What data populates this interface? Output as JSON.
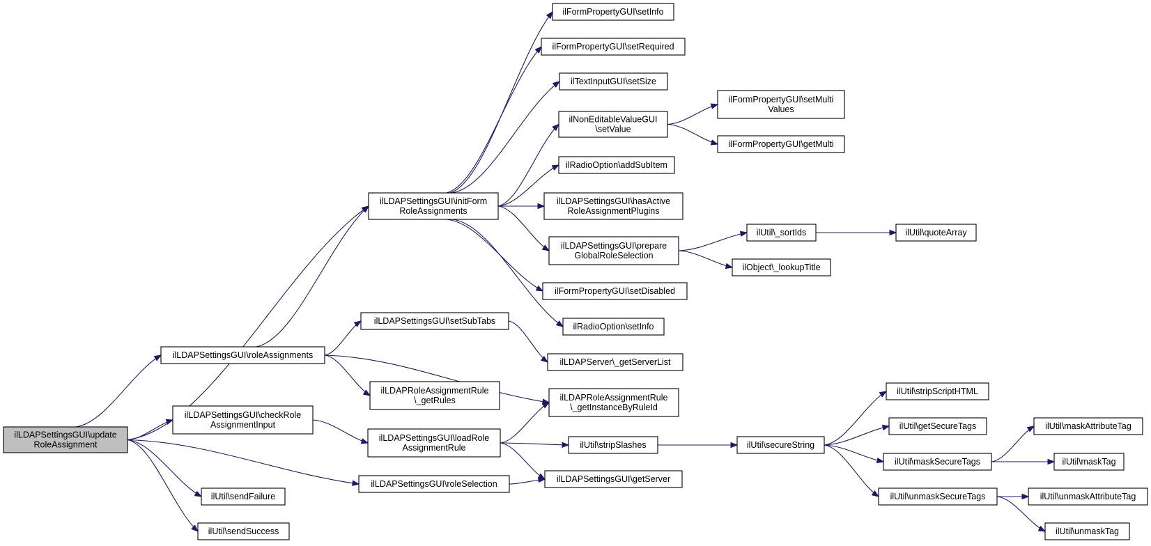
{
  "nodes": [
    {
      "id": "root",
      "lines": [
        "ilLDAPSettingsGUI\\update",
        "RoleAssignment"
      ],
      "root": true
    },
    {
      "id": "initForm",
      "lines": [
        "ilLDAPSettingsGUI\\initForm",
        "RoleAssignments"
      ]
    },
    {
      "id": "roleAssignments",
      "lines": [
        "ilLDAPSettingsGUI\\roleAssignments"
      ]
    },
    {
      "id": "checkRole",
      "lines": [
        "ilLDAPSettingsGUI\\checkRole",
        "AssignmentInput"
      ]
    },
    {
      "id": "sendFailure",
      "lines": [
        "ilUtil\\sendFailure"
      ]
    },
    {
      "id": "sendSuccess",
      "lines": [
        "ilUtil\\sendSuccess"
      ]
    },
    {
      "id": "setSubTabs",
      "lines": [
        "ilLDAPSettingsGUI\\setSubTabs"
      ]
    },
    {
      "id": "getRules",
      "lines": [
        "ilLDAPRoleAssignmentRule",
        "\\_getRules"
      ]
    },
    {
      "id": "loadRole",
      "lines": [
        "ilLDAPSettingsGUI\\loadRole",
        "AssignmentRule"
      ]
    },
    {
      "id": "roleSelection",
      "lines": [
        "ilLDAPSettingsGUI\\roleSelection"
      ]
    },
    {
      "id": "setInfo",
      "lines": [
        "ilFormPropertyGUI\\setInfo"
      ]
    },
    {
      "id": "setRequired",
      "lines": [
        "ilFormPropertyGUI\\setRequired"
      ]
    },
    {
      "id": "setSize",
      "lines": [
        "ilTextInputGUI\\setSize"
      ]
    },
    {
      "id": "setValue",
      "lines": [
        "ilNonEditableValueGUI",
        "\\setValue"
      ]
    },
    {
      "id": "addSubItem",
      "lines": [
        "ilRadioOption\\addSubItem"
      ]
    },
    {
      "id": "hasActive",
      "lines": [
        "ilLDAPSettingsGUI\\hasActive",
        "RoleAssignmentPlugins"
      ]
    },
    {
      "id": "prepareGlobal",
      "lines": [
        "ilLDAPSettingsGUI\\prepare",
        "GlobalRoleSelection"
      ]
    },
    {
      "id": "setDisabled",
      "lines": [
        "ilFormPropertyGUI\\setDisabled"
      ]
    },
    {
      "id": "radioSetInfo",
      "lines": [
        "ilRadioOption\\setInfo"
      ]
    },
    {
      "id": "getServerList",
      "lines": [
        "ilLDAPServer\\_getServerList"
      ]
    },
    {
      "id": "getInstance",
      "lines": [
        "ilLDAPRoleAssignmentRule",
        "\\_getInstanceByRuleId"
      ]
    },
    {
      "id": "stripSlashes",
      "lines": [
        "ilUtil\\stripSlashes"
      ]
    },
    {
      "id": "getServer",
      "lines": [
        "ilLDAPSettingsGUI\\getServer"
      ]
    },
    {
      "id": "setMultiValues",
      "lines": [
        "ilFormPropertyGUI\\setMulti",
        "Values"
      ]
    },
    {
      "id": "getMulti",
      "lines": [
        "ilFormPropertyGUI\\getMulti"
      ]
    },
    {
      "id": "sortIds",
      "lines": [
        "ilUtil\\_sortIds"
      ]
    },
    {
      "id": "lookupTitle",
      "lines": [
        "ilObject\\_lookupTitle"
      ]
    },
    {
      "id": "secureString",
      "lines": [
        "ilUtil\\secureString"
      ]
    },
    {
      "id": "quoteArray",
      "lines": [
        "ilUtil\\quoteArray"
      ]
    },
    {
      "id": "stripScript",
      "lines": [
        "ilUtil\\stripScriptHTML"
      ]
    },
    {
      "id": "getSecureTags",
      "lines": [
        "ilUtil\\getSecureTags"
      ]
    },
    {
      "id": "maskSecureTags",
      "lines": [
        "ilUtil\\maskSecureTags"
      ]
    },
    {
      "id": "unmaskSecureTags",
      "lines": [
        "ilUtil\\unmaskSecureTags"
      ]
    },
    {
      "id": "maskAttr",
      "lines": [
        "ilUtil\\maskAttributeTag"
      ]
    },
    {
      "id": "maskTag",
      "lines": [
        "ilUtil\\maskTag"
      ]
    },
    {
      "id": "unmaskAttr",
      "lines": [
        "ilUtil\\unmaskAttributeTag"
      ]
    },
    {
      "id": "unmaskTag",
      "lines": [
        "ilUtil\\unmaskTag"
      ]
    }
  ],
  "edges": [
    [
      "root",
      "initForm"
    ],
    [
      "root",
      "roleAssignments"
    ],
    [
      "root",
      "checkRole"
    ],
    [
      "root",
      "roleSelection"
    ],
    [
      "root",
      "sendFailure"
    ],
    [
      "root",
      "sendSuccess"
    ],
    [
      "roleAssignments",
      "initForm"
    ],
    [
      "roleAssignments",
      "setSubTabs"
    ],
    [
      "roleAssignments",
      "getRules"
    ],
    [
      "roleAssignments",
      "getInstance"
    ],
    [
      "checkRole",
      "loadRole"
    ],
    [
      "loadRole",
      "getInstance"
    ],
    [
      "loadRole",
      "stripSlashes"
    ],
    [
      "loadRole",
      "getServer"
    ],
    [
      "roleSelection",
      "getServer"
    ],
    [
      "setSubTabs",
      "getServerList"
    ],
    [
      "initForm",
      "setInfo"
    ],
    [
      "initForm",
      "setRequired"
    ],
    [
      "initForm",
      "setSize"
    ],
    [
      "initForm",
      "setValue"
    ],
    [
      "initForm",
      "addSubItem"
    ],
    [
      "initForm",
      "hasActive"
    ],
    [
      "initForm",
      "prepareGlobal"
    ],
    [
      "initForm",
      "setDisabled"
    ],
    [
      "initForm",
      "radioSetInfo"
    ],
    [
      "setValue",
      "setMultiValues"
    ],
    [
      "setValue",
      "getMulti"
    ],
    [
      "prepareGlobal",
      "sortIds"
    ],
    [
      "prepareGlobal",
      "lookupTitle"
    ],
    [
      "sortIds",
      "quoteArray"
    ],
    [
      "stripSlashes",
      "secureString"
    ],
    [
      "secureString",
      "stripScript"
    ],
    [
      "secureString",
      "getSecureTags"
    ],
    [
      "secureString",
      "maskSecureTags"
    ],
    [
      "secureString",
      "unmaskSecureTags"
    ],
    [
      "maskSecureTags",
      "maskAttr"
    ],
    [
      "maskSecureTags",
      "maskTag"
    ],
    [
      "unmaskSecureTags",
      "unmaskAttr"
    ],
    [
      "unmaskSecureTags",
      "unmaskTag"
    ]
  ]
}
